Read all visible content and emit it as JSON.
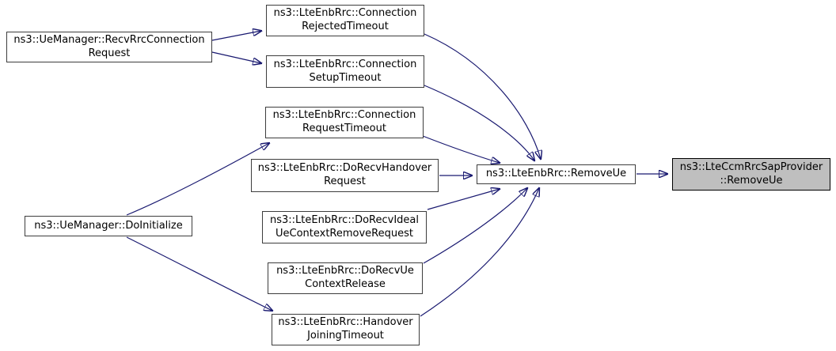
{
  "diagram": {
    "type": "doxygen-call-graph",
    "edge_color": "#191970",
    "node_border_color": "#3d3d3d",
    "node_fill_color": "#ffffff",
    "highlight_fill_color": "#bfbfbf",
    "highlight_border_color": "#000000",
    "nodes": [
      {
        "id": "recv-rrc-connection-request",
        "label": "ns3::UeManager::RecvRrcConnection\nRequest",
        "highlighted": false
      },
      {
        "id": "connection-rejected-timeout",
        "label": "ns3::LteEnbRrc::Connection\nRejectedTimeout",
        "highlighted": false
      },
      {
        "id": "connection-setup-timeout",
        "label": "ns3::LteEnbRrc::Connection\nSetupTimeout",
        "highlighted": false
      },
      {
        "id": "connection-request-timeout",
        "label": "ns3::LteEnbRrc::Connection\nRequestTimeout",
        "highlighted": false
      },
      {
        "id": "do-recv-handover-request",
        "label": "ns3::LteEnbRrc::DoRecvHandover\nRequest",
        "highlighted": false
      },
      {
        "id": "do-recv-ideal-ue-context-remove-request",
        "label": "ns3::LteEnbRrc::DoRecvIdeal\nUeContextRemoveRequest",
        "highlighted": false
      },
      {
        "id": "do-recv-ue-context-release",
        "label": "ns3::LteEnbRrc::DoRecvUe\nContextRelease",
        "highlighted": false
      },
      {
        "id": "handover-joining-timeout",
        "label": "ns3::LteEnbRrc::Handover\nJoiningTimeout",
        "highlighted": false
      },
      {
        "id": "do-initialize",
        "label": "ns3::UeManager::DoInitialize",
        "highlighted": false
      },
      {
        "id": "remove-ue",
        "label": "ns3::LteEnbRrc::RemoveUe",
        "highlighted": false
      },
      {
        "id": "ccm-remove-ue",
        "label": "ns3::LteCcmRrcSapProvider\n::RemoveUe",
        "highlighted": true
      }
    ],
    "edges": [
      {
        "from": "recv-rrc-connection-request",
        "to": "connection-rejected-timeout"
      },
      {
        "from": "recv-rrc-connection-request",
        "to": "connection-setup-timeout"
      },
      {
        "from": "do-initialize",
        "to": "connection-request-timeout"
      },
      {
        "from": "do-initialize",
        "to": "handover-joining-timeout"
      },
      {
        "from": "connection-rejected-timeout",
        "to": "remove-ue"
      },
      {
        "from": "connection-setup-timeout",
        "to": "remove-ue"
      },
      {
        "from": "connection-request-timeout",
        "to": "remove-ue"
      },
      {
        "from": "do-recv-handover-request",
        "to": "remove-ue"
      },
      {
        "from": "do-recv-ideal-ue-context-remove-request",
        "to": "remove-ue"
      },
      {
        "from": "do-recv-ue-context-release",
        "to": "remove-ue"
      },
      {
        "from": "handover-joining-timeout",
        "to": "remove-ue"
      },
      {
        "from": "remove-ue",
        "to": "ccm-remove-ue"
      }
    ]
  }
}
